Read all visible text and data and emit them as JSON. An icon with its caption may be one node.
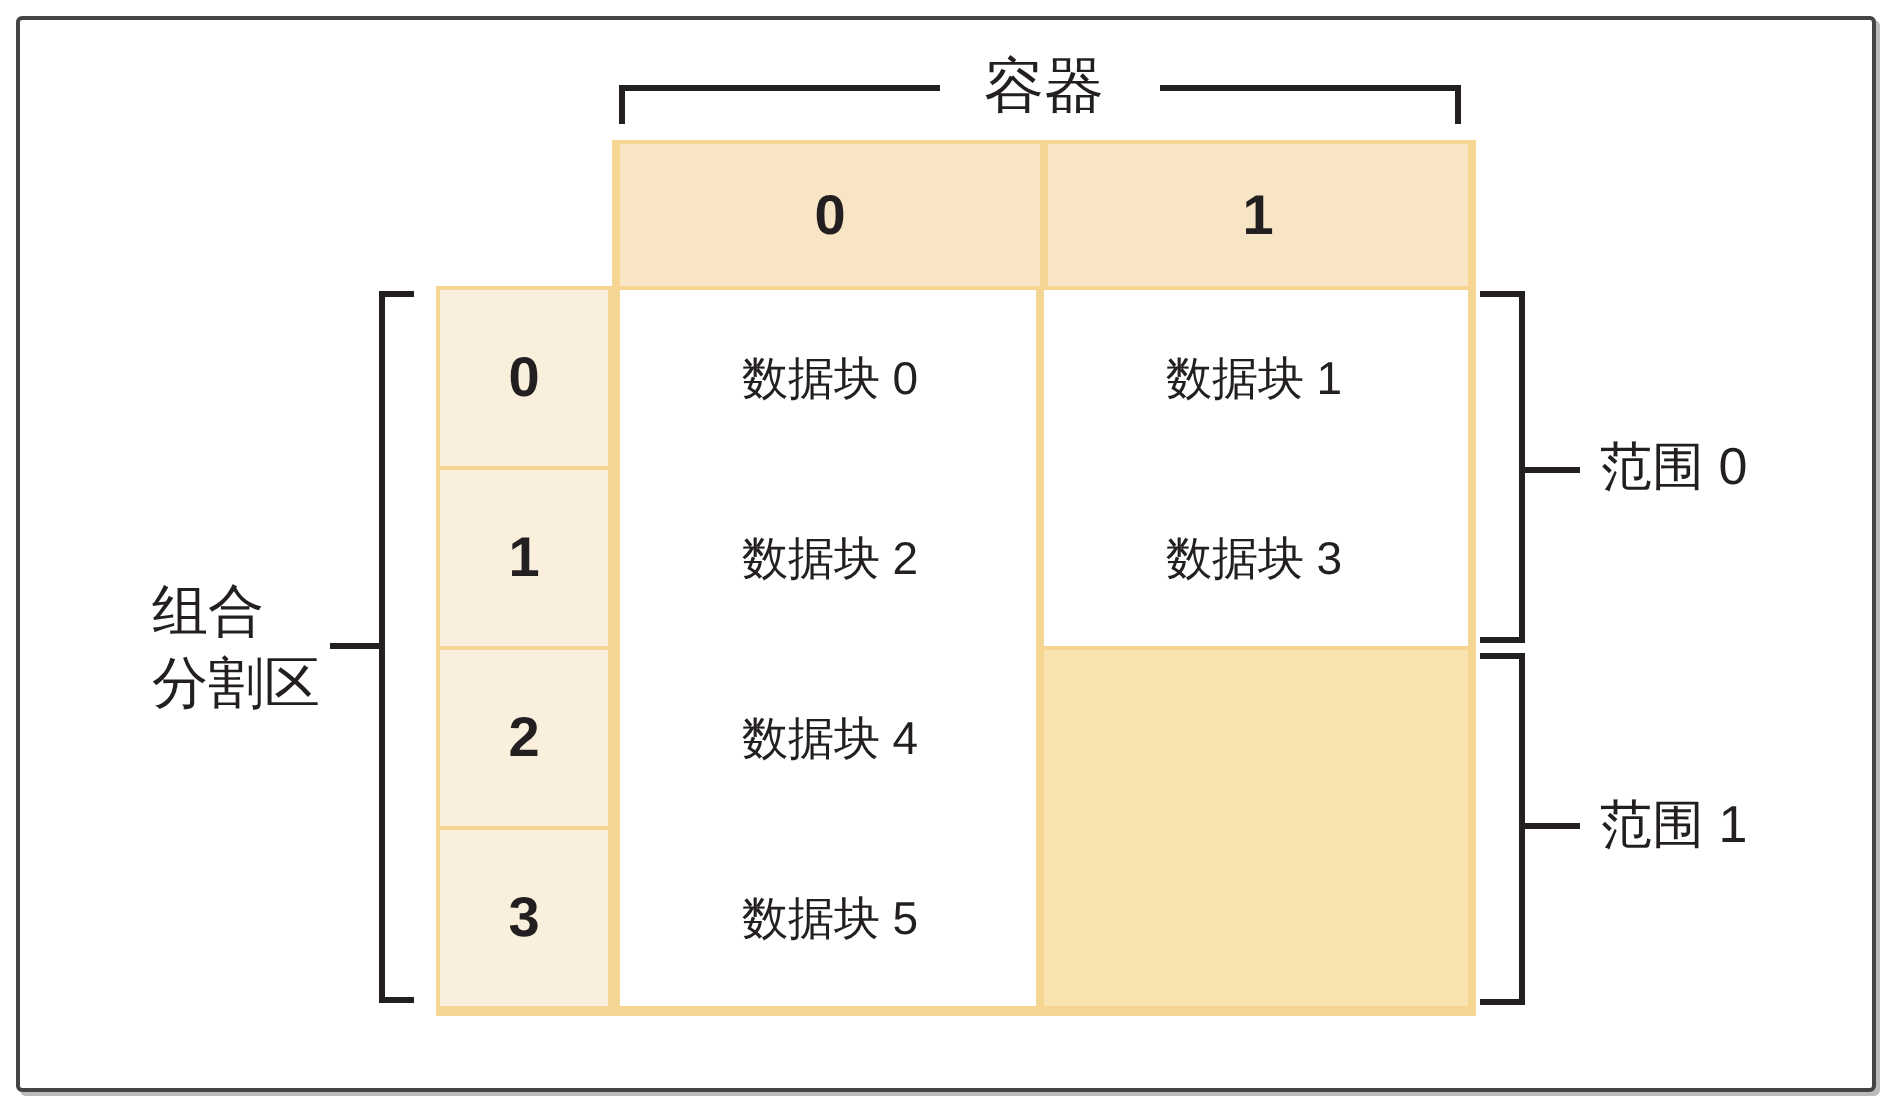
{
  "diagram": {
    "nodes": [
      {
        "text": [
          "0"
        ]
      },
      {
        "text": [
          "1"
        ]
      },
      {
        "text": [
          "0"
        ]
      },
      {
        "text": [
          "数据块 0"
        ]
      },
      {
        "text": [
          "数据块 1"
        ]
      },
      {
        "text": [
          "1"
        ]
      },
      {
        "text": [
          "数据块 2"
        ]
      },
      {
        "text": [
          "数据块 3"
        ]
      },
      {
        "text": [
          "2"
        ]
      },
      {
        "text": [
          "数据块 4"
        ]
      },
      {
        "text": [],
        "shape": "box"
      },
      {
        "text": [
          "3"
        ]
      },
      {
        "text": [
          "数据块 5"
        ]
      }
    ],
    "labels": [
      "容器",
      "范围 0",
      "组合分割区",
      "范围 1"
    ]
  }
}
